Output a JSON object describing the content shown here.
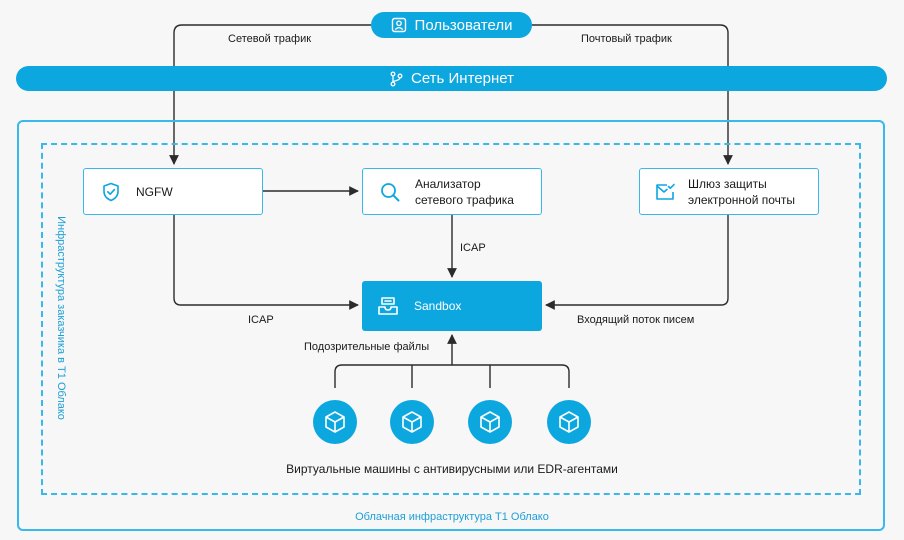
{
  "top": {
    "users_label": "Пользователи",
    "internet_label": "Сеть Интернет",
    "network_traffic_label": "Сетевой трафик",
    "mail_traffic_label": "Почтовый трафик"
  },
  "containers": {
    "cloud_label": "Облачная инфраструктура Т1 Облако",
    "customer_label": "Инфраструктура заказчика в Т1 Облако"
  },
  "nodes": {
    "ngfw": "NGFW",
    "analyzer_line1": "Анализатор",
    "analyzer_line2": "сетевого трафика",
    "mailgw_line1": "Шлюз защиты",
    "mailgw_line2": "электронной почты",
    "sandbox": "Sandbox"
  },
  "edges": {
    "icap_left": "ICAP",
    "icap_center": "ICAP",
    "incoming_mail": "Входящий поток писем",
    "suspicious_files": "Подозрительные файлы"
  },
  "vms": {
    "count": 4,
    "caption": "Виртуальные машины с антивирусными или EDR-агентами"
  },
  "colors": {
    "accent": "#0da7e0",
    "border": "#38b8eb",
    "line": "#2b2b2b",
    "background": "#f7f7f8"
  },
  "icons": {
    "users": "user-icon",
    "internet": "branch-icon",
    "ngfw": "shield-check-icon",
    "analyzer": "search-icon",
    "mailgw": "mail-check-icon",
    "sandbox": "tray-icon",
    "vm": "cube-icon"
  }
}
